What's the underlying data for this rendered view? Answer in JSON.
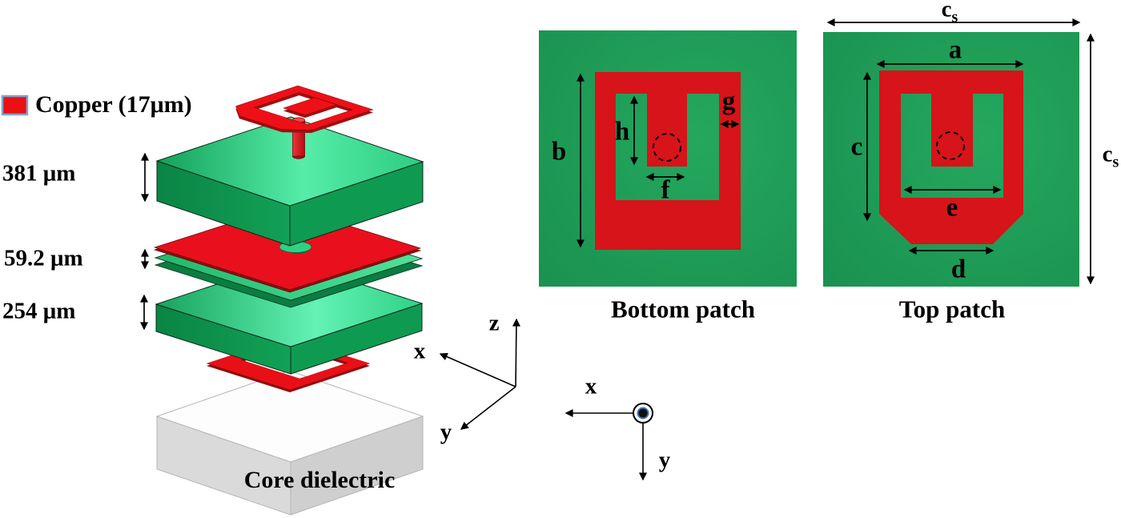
{
  "legend": {
    "label": "Copper (17μm)"
  },
  "stack": {
    "thickness_381": "381 μm",
    "thickness_592": "59.2 μm",
    "thickness_254": "254 μm",
    "core_label": "Core dielectric"
  },
  "axes3d": {
    "x_label": "x",
    "y_label": "y",
    "z_label": "z"
  },
  "axes2d": {
    "x_label": "x",
    "y_label": "y"
  },
  "bottom_patch": {
    "caption": "Bottom patch",
    "labels": {
      "b": "b",
      "h": "h",
      "g": "g",
      "f": "f"
    }
  },
  "top_patch": {
    "caption": "Top patch",
    "labels": {
      "a": "a",
      "c": "c",
      "e": "e",
      "d": "d",
      "cs_base": "c",
      "cs_sub": "s"
    }
  },
  "colors": {
    "copper_red": "#d61419",
    "substrate_green": "#1d9a54",
    "core_gray": "#d6d6d6"
  }
}
